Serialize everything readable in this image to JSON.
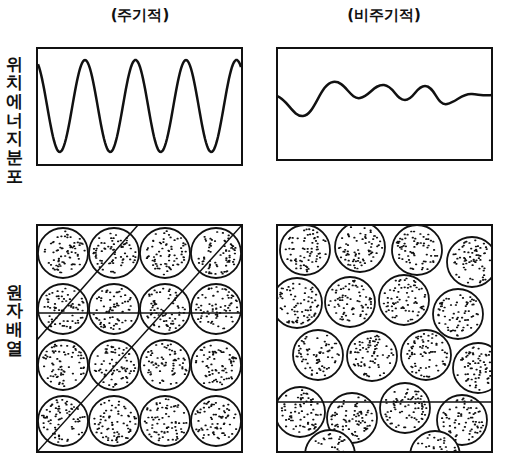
{
  "diagram": {
    "labels": [
      "(주기적)",
      "(비주기적)",
      "위치에너지분포",
      "원자배열"
    ]
  }
}
